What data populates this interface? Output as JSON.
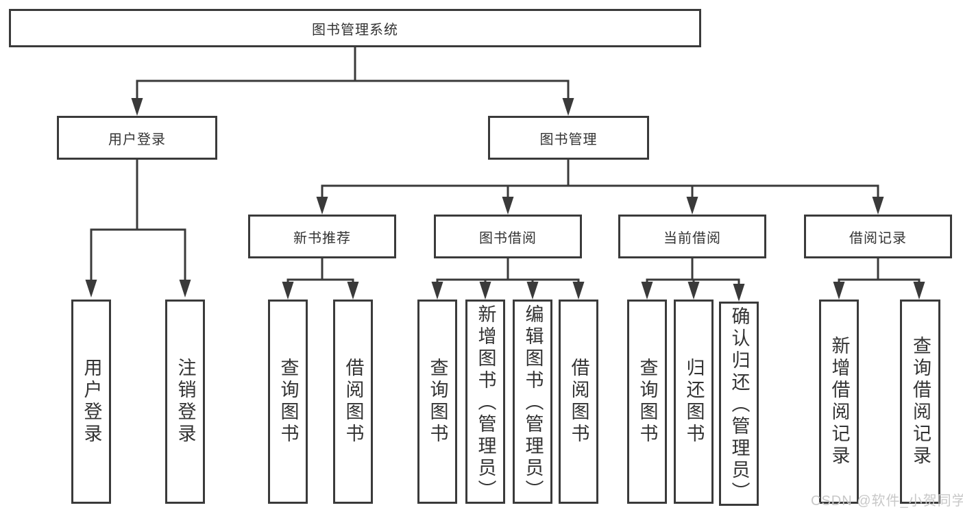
{
  "tree": {
    "root": "图书管理系统",
    "level2": [
      "用户登录",
      "图书管理"
    ],
    "level3": [
      "新书推荐",
      "图书借阅",
      "当前借阅",
      "借阅记录"
    ],
    "leaves": [
      "用户登录",
      "注销登录",
      "查询图书",
      "借阅图书",
      "查询图书",
      "新增图书（管理员）",
      "编辑图书（管理员）",
      "借阅图书",
      "查询图书",
      "归还图书",
      "确认归还（管理员）",
      "新增借阅记录",
      "查询借阅记录"
    ]
  },
  "watermark": "CSDN @软件_小贺同学",
  "colors": {
    "line": "#3a3a3a",
    "text": "#333333",
    "box_background": "#ffffff",
    "watermark": "#c8c8c8",
    "page_background": "#ffffff"
  }
}
